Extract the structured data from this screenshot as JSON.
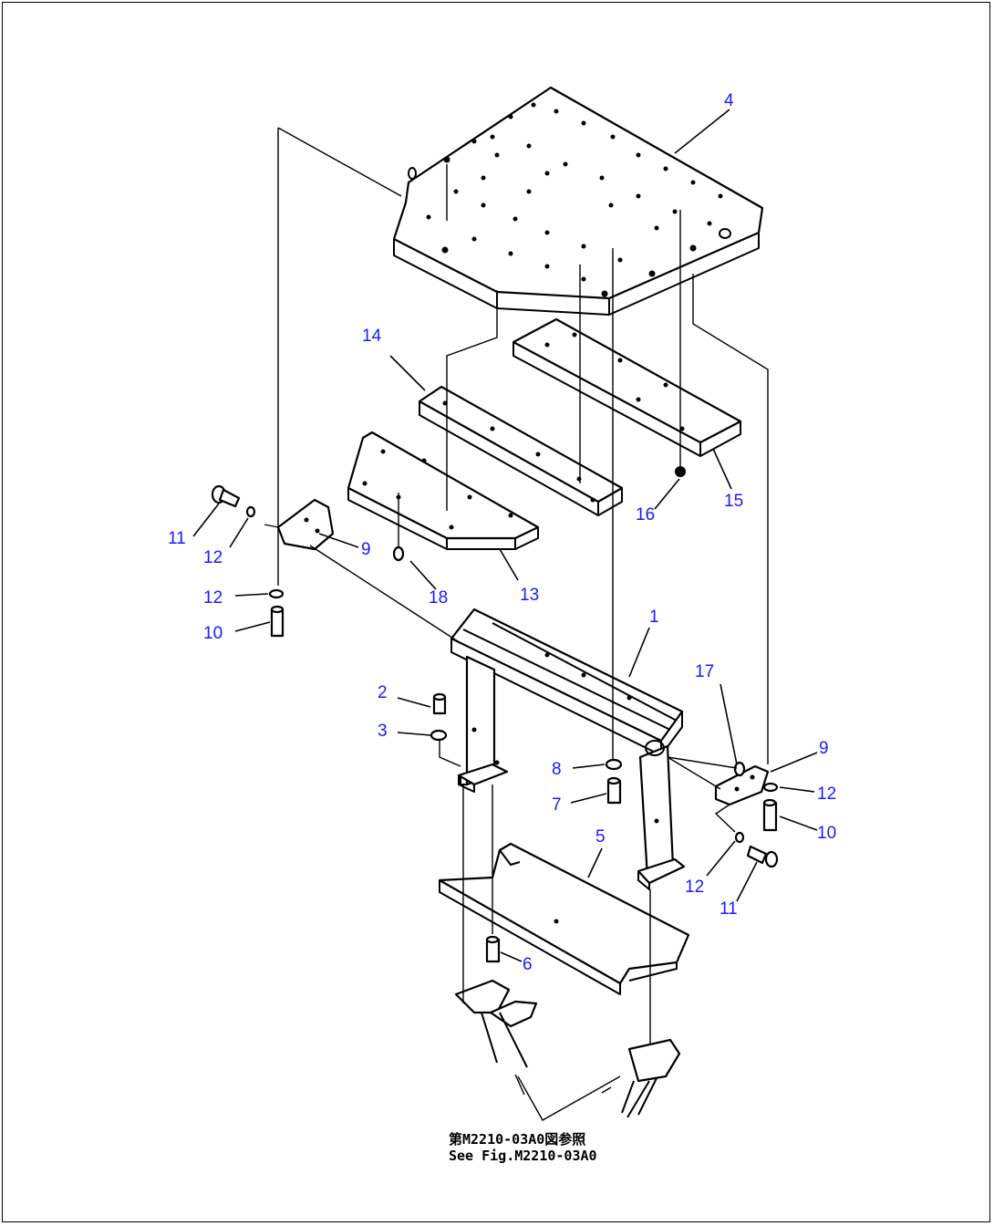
{
  "callouts": {
    "c1": "1",
    "c2": "2",
    "c3": "3",
    "c4": "4",
    "c5": "5",
    "c6": "6",
    "c7": "7",
    "c8": "8",
    "c9a": "9",
    "c9b": "9",
    "c10a": "10",
    "c10b": "10",
    "c11a": "11",
    "c11b": "11",
    "c12a": "12",
    "c12b": "12",
    "c12c": "12",
    "c12d": "12",
    "c13": "13",
    "c14": "14",
    "c15": "15",
    "c16": "16",
    "c17": "17",
    "c18": "18"
  },
  "note": {
    "line1": "第M2210-03A0図参照",
    "line2": "See Fig.M2210-03A0"
  },
  "colors": {
    "callout": "#1a1aff",
    "line": "#000000"
  }
}
